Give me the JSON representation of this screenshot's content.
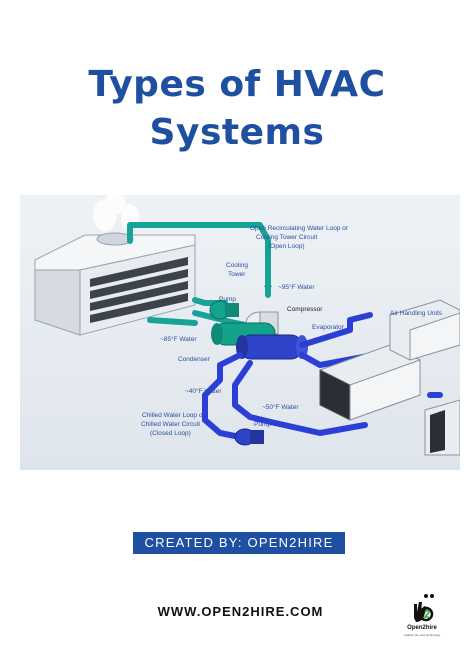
{
  "title": {
    "line1": "Types of HVAC",
    "line2": "Systems"
  },
  "diagram": {
    "labels": {
      "open_loop": [
        "Open Recirculating Water Loop or",
        "Cooling Tower Circuit",
        "(Open Loop)"
      ],
      "cooling_tower": [
        "Cooling",
        "Tower"
      ],
      "water_95": "~95°F Water",
      "compressor": "Compressor",
      "pump_top": "Pump",
      "evaporator": "Evaporator",
      "air_handling": "Air Handling Units",
      "water_85": "~85°F Water",
      "condenser": "Condenser",
      "water_40": "~40°F Water",
      "water_50": "~50°F Water",
      "closed_loop": [
        "Chilled Water Loop or",
        "Chilled Water Circuit",
        "(Closed Loop)"
      ],
      "pump_bottom": "Pump"
    },
    "colors": {
      "open_loop": "#16a398",
      "closed_loop": "#2b3fd6",
      "label": "#2b4ea0"
    }
  },
  "footer": {
    "created_by": "CREATED BY: OPEN2HIRE",
    "website": "WWW.OPEN2HIRE.COM",
    "logo_name": "Open2hire",
    "logo_tagline": "reliable hire and technology",
    "logo_icon": "open2hire-hand-logo-icon"
  }
}
